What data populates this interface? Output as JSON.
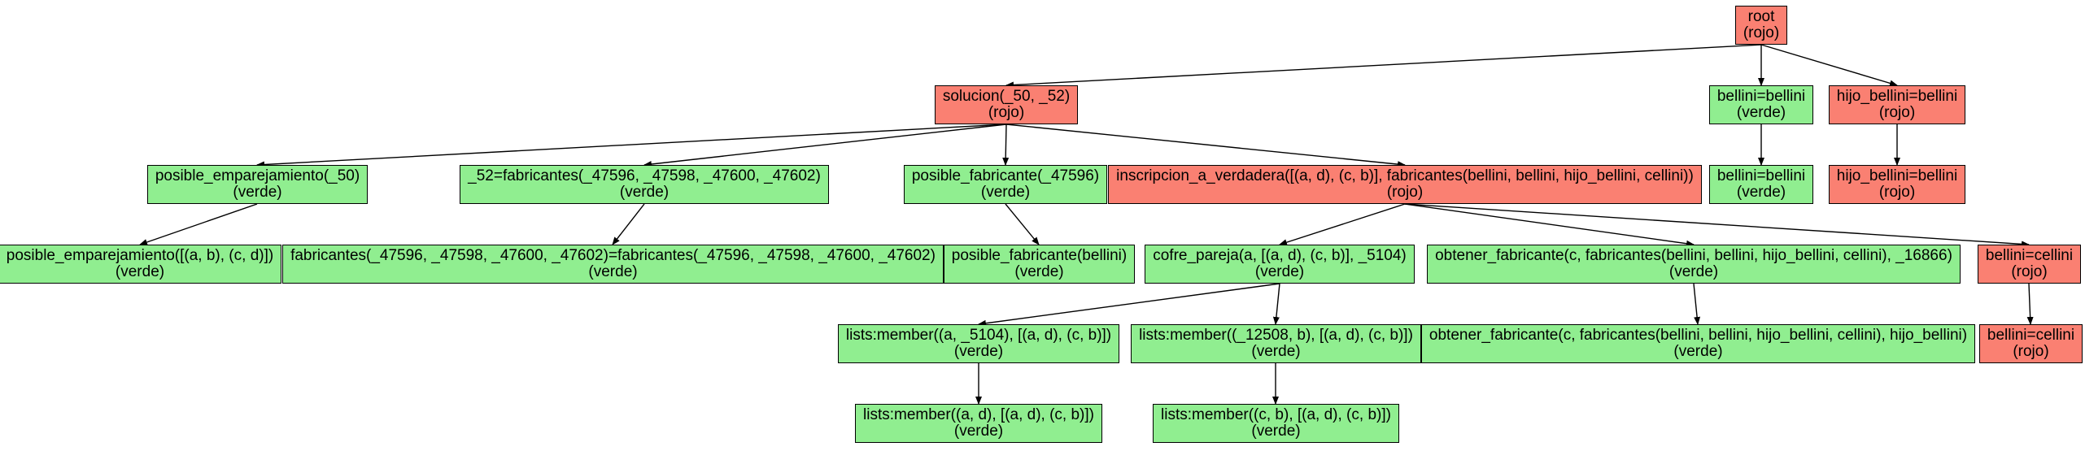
{
  "colors": {
    "rojo": "#fa8072",
    "verde": "#90ee90",
    "edge": "#000000"
  },
  "nodes": [
    {
      "id": "n0",
      "label": "root",
      "status": "(rojo)",
      "color": "rojo"
    },
    {
      "id": "n1",
      "label": "solucion(_50, _52)",
      "status": "(rojo)",
      "color": "rojo"
    },
    {
      "id": "n2",
      "label": "bellini=bellini",
      "status": "(verde)",
      "color": "verde"
    },
    {
      "id": "n3",
      "label": "hijo_bellini=bellini",
      "status": "(rojo)",
      "color": "rojo"
    },
    {
      "id": "n4",
      "label": "posible_emparejamiento(_50)",
      "status": "(verde)",
      "color": "verde"
    },
    {
      "id": "n5",
      "label": "_52=fabricantes(_47596, _47598, _47600, _47602)",
      "status": "(verde)",
      "color": "verde"
    },
    {
      "id": "n6",
      "label": "posible_fabricante(_47596)",
      "status": "(verde)",
      "color": "verde"
    },
    {
      "id": "n7",
      "label": "inscripcion_a_verdadera([(a, d), (c, b)], fabricantes(bellini, bellini, hijo_bellini, cellini))",
      "status": "(rojo)",
      "color": "rojo"
    },
    {
      "id": "n8",
      "label": "bellini=bellini",
      "status": "(verde)",
      "color": "verde"
    },
    {
      "id": "n9",
      "label": "hijo_bellini=bellini",
      "status": "(rojo)",
      "color": "rojo"
    },
    {
      "id": "n10",
      "label": "posible_emparejamiento([(a, b), (c, d)])",
      "status": "(verde)",
      "color": "verde"
    },
    {
      "id": "n11",
      "label": "fabricantes(_47596, _47598, _47600, _47602)=fabricantes(_47596, _47598, _47600, _47602)",
      "status": "(verde)",
      "color": "verde"
    },
    {
      "id": "n12",
      "label": "posible_fabricante(bellini)",
      "status": "(verde)",
      "color": "verde"
    },
    {
      "id": "n13",
      "label": "cofre_pareja(a, [(a, d), (c, b)], _5104)",
      "status": "(verde)",
      "color": "verde"
    },
    {
      "id": "n14",
      "label": "obtener_fabricante(c, fabricantes(bellini, bellini, hijo_bellini, cellini), _16866)",
      "status": "(verde)",
      "color": "verde"
    },
    {
      "id": "n15",
      "label": "bellini=cellini",
      "status": "(rojo)",
      "color": "rojo"
    },
    {
      "id": "n16",
      "label": "lists:member((a, _5104), [(a, d), (c, b)])",
      "status": "(verde)",
      "color": "verde"
    },
    {
      "id": "n17",
      "label": "lists:member((_12508, b), [(a, d), (c, b)])",
      "status": "(verde)",
      "color": "verde"
    },
    {
      "id": "n18",
      "label": "obtener_fabricante(c, fabricantes(bellini, bellini, hijo_bellini, cellini), hijo_bellini)",
      "status": "(verde)",
      "color": "verde"
    },
    {
      "id": "n19",
      "label": "bellini=cellini",
      "status": "(rojo)",
      "color": "rojo"
    },
    {
      "id": "n20",
      "label": "lists:member((a, d), [(a, d), (c, b)])",
      "status": "(verde)",
      "color": "verde"
    },
    {
      "id": "n21",
      "label": "lists:member((c, b), [(a, d), (c, b)])",
      "status": "(verde)",
      "color": "verde"
    }
  ],
  "edges": [
    [
      "n0",
      "n1"
    ],
    [
      "n0",
      "n2"
    ],
    [
      "n0",
      "n3"
    ],
    [
      "n1",
      "n4"
    ],
    [
      "n1",
      "n5"
    ],
    [
      "n1",
      "n6"
    ],
    [
      "n1",
      "n7"
    ],
    [
      "n2",
      "n8"
    ],
    [
      "n3",
      "n9"
    ],
    [
      "n4",
      "n10"
    ],
    [
      "n5",
      "n11"
    ],
    [
      "n6",
      "n12"
    ],
    [
      "n7",
      "n13"
    ],
    [
      "n7",
      "n14"
    ],
    [
      "n7",
      "n15"
    ],
    [
      "n13",
      "n16"
    ],
    [
      "n13",
      "n17"
    ],
    [
      "n14",
      "n18"
    ],
    [
      "n15",
      "n19"
    ],
    [
      "n16",
      "n20"
    ],
    [
      "n17",
      "n21"
    ]
  ]
}
